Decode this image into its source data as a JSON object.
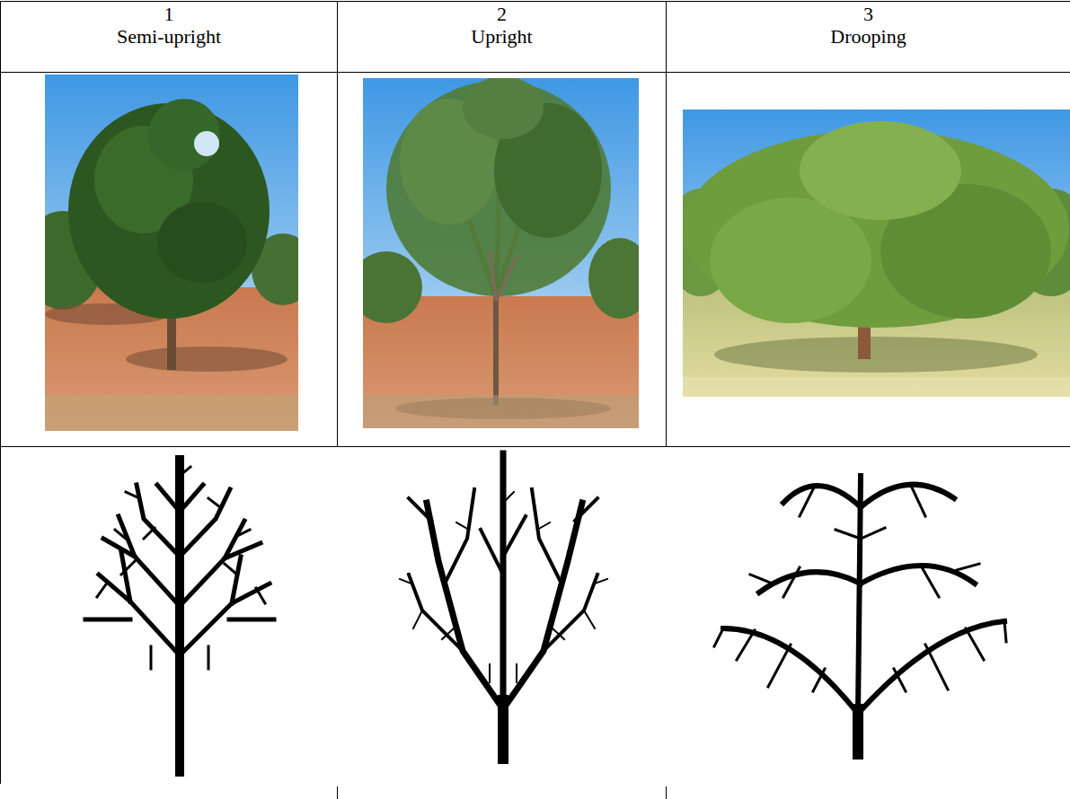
{
  "diagram": {
    "labels": [
      "1",
      "Semi-upright",
      "2",
      "Upright",
      "3",
      "Drooping"
    ]
  }
}
